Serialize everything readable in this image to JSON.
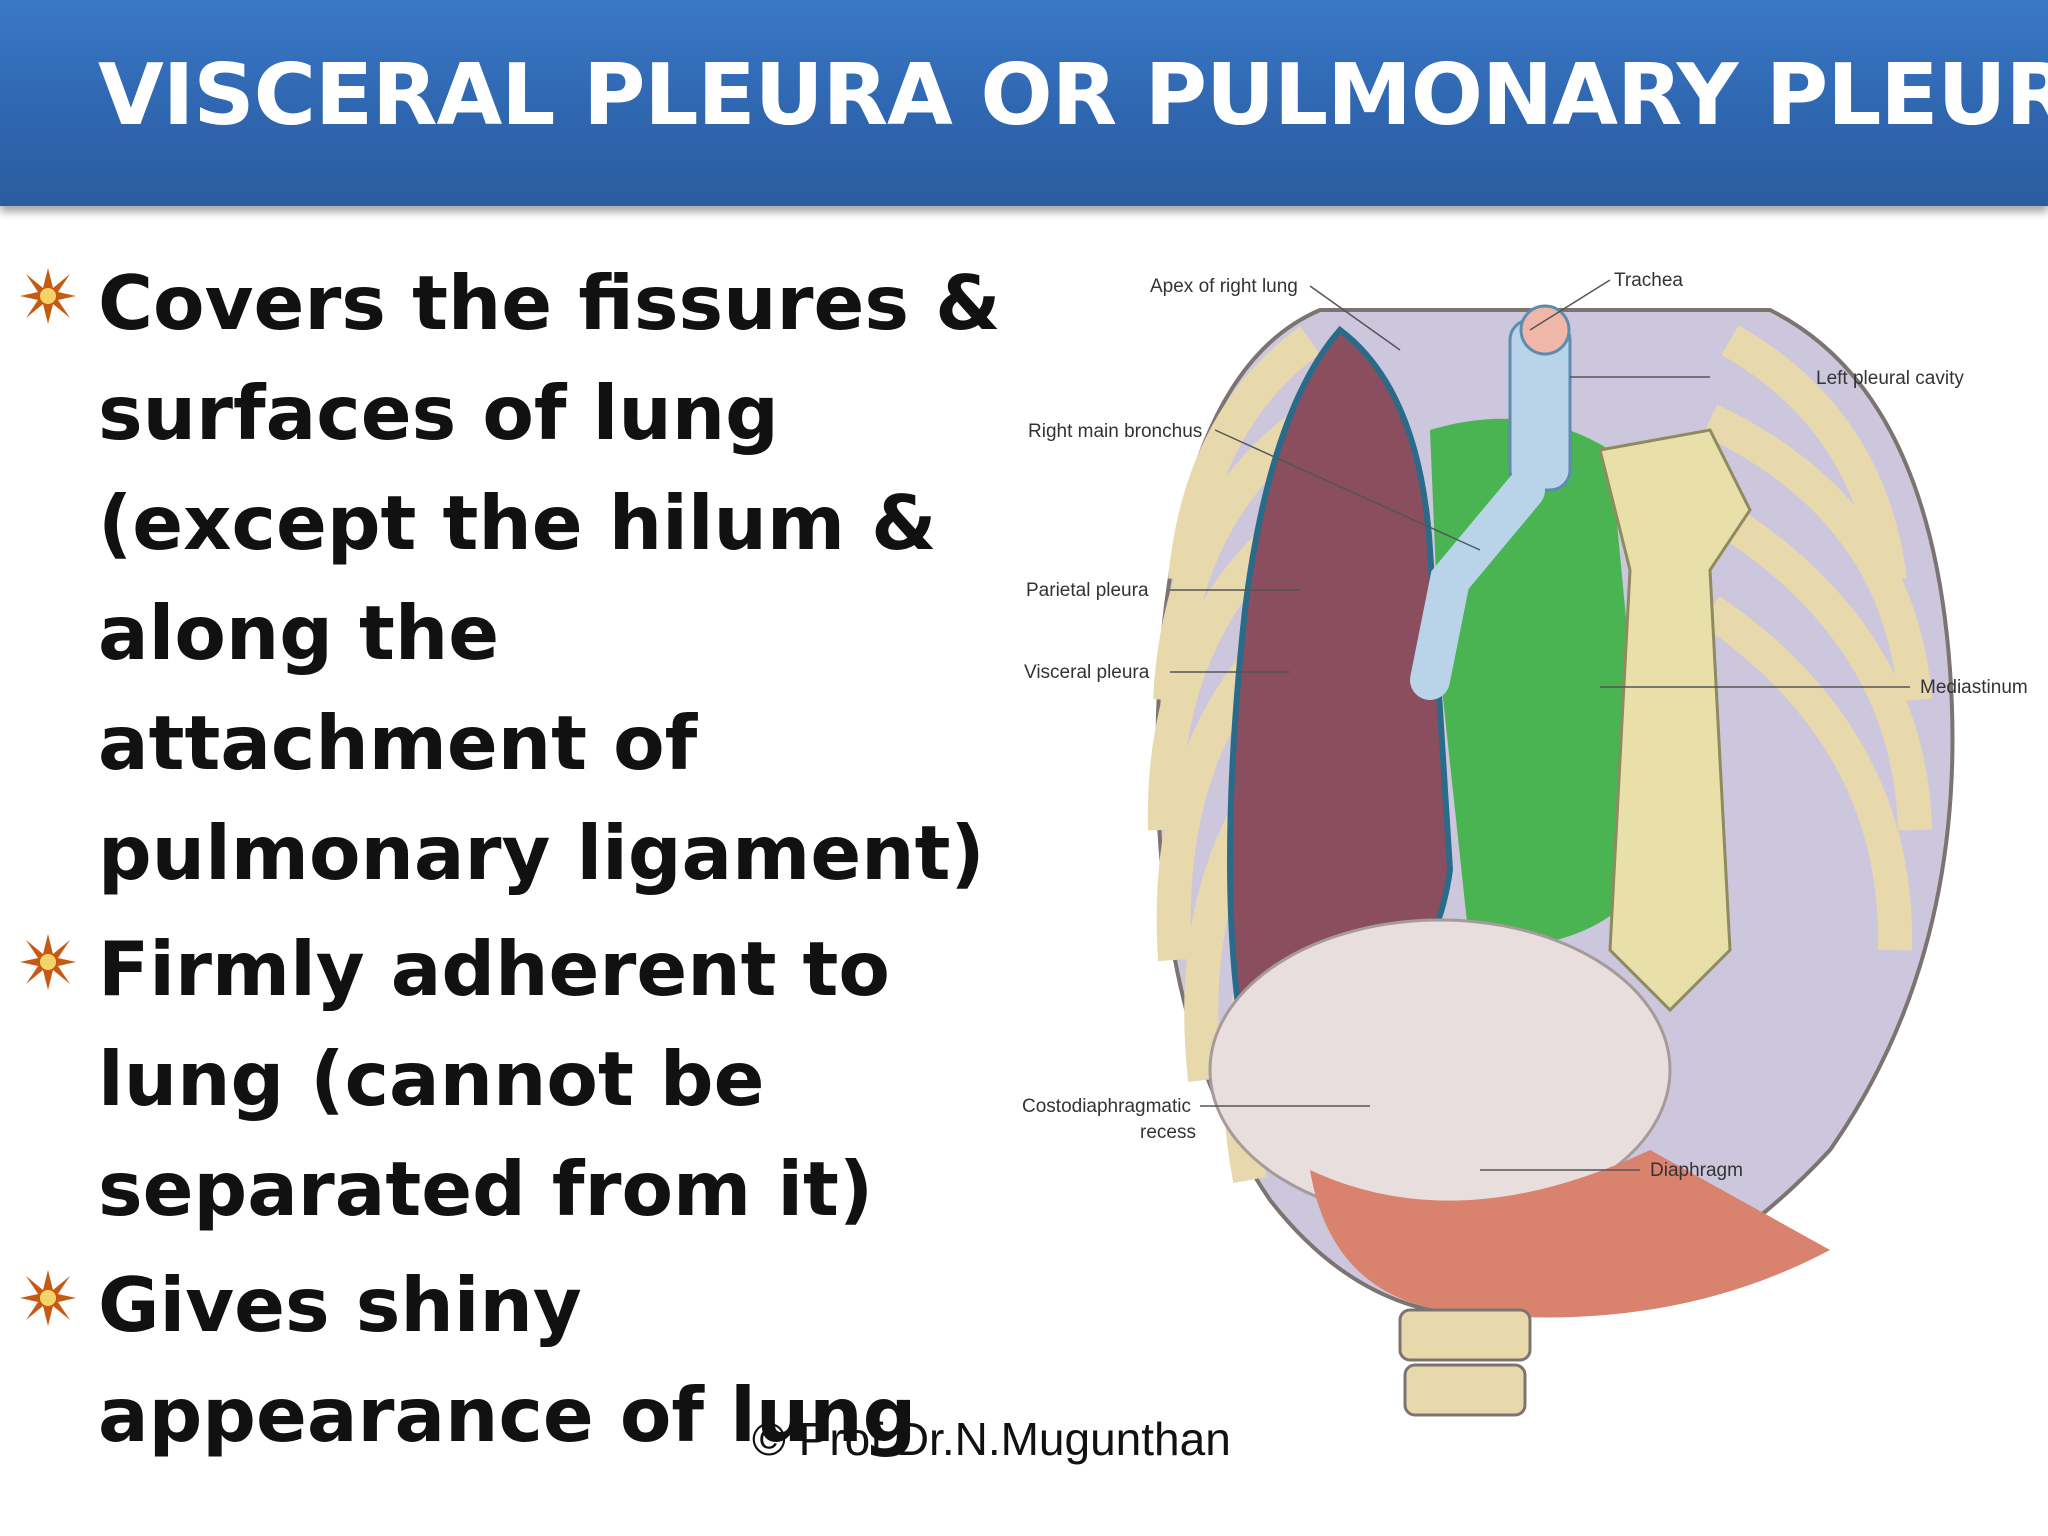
{
  "slide": {
    "title": "VISCERAL PLEURA OR PULMONARY PLEURA",
    "bullets": [
      "Covers the fissures & surfaces of lung (except the hilum & along the attachment of pulmonary ligament)",
      "Firmly adherent to lung (cannot be separated from it)",
      "Gives shiny appearance of lung"
    ],
    "bullet_icon": "star-burst-icon",
    "copyright": "© Prof.Dr.N.Mugunthan"
  },
  "figure": {
    "labels": {
      "apex": "Apex of right lung",
      "trachea": "Trachea",
      "left_cavity": "Left pleural cavity",
      "bronchus": "Right main bronchus",
      "parietal": "Parietal pleura",
      "visceral": "Visceral pleura",
      "mediastinum": "Mediastinum",
      "costo_1": "Costodiaphragmatic",
      "costo_2": "recess",
      "diaphragm": "Diaphragm"
    }
  },
  "colors": {
    "header": "#2f66b0",
    "title_text": "#ffffff",
    "bullet_text": "#111111",
    "lung": "#8a4e5e",
    "mediastinum": "#3cb043",
    "pleura": "#9fb7d8",
    "rib": "#e8d9ad"
  }
}
